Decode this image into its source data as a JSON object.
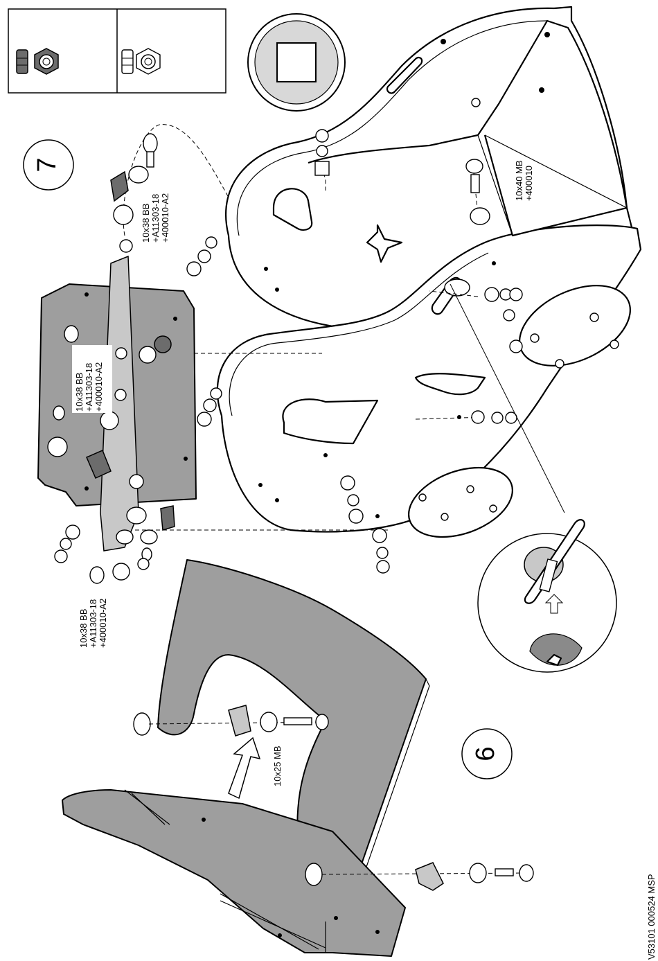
{
  "document": {
    "doc_code": "V53101  000524 MSP"
  },
  "steps": {
    "step6": {
      "number": "6"
    },
    "step7": {
      "number": "7"
    }
  },
  "labels": {
    "top_bolt": [
      "10x38 BB",
      "+A11303-18",
      "+400010-A2"
    ],
    "panel_bolt": [
      "10x38 BB",
      "+A11303-18",
      "+400010-A2"
    ],
    "left_bolt": [
      "10x38 BB",
      "+A11303-18",
      "+400010-A2"
    ],
    "seat_bolt": [
      "10x40 MB",
      "+400010"
    ],
    "step6_bolt": [
      "10x25 MB"
    ]
  },
  "legend": {
    "items": [
      "hex-nut-and-washer-dark",
      "hex-nut-and-washer-light"
    ]
  },
  "colors": {
    "panel_gray": "#9e9e9e",
    "light_gray": "#c8c8c8",
    "dark_gray": "#6c6c6c"
  }
}
